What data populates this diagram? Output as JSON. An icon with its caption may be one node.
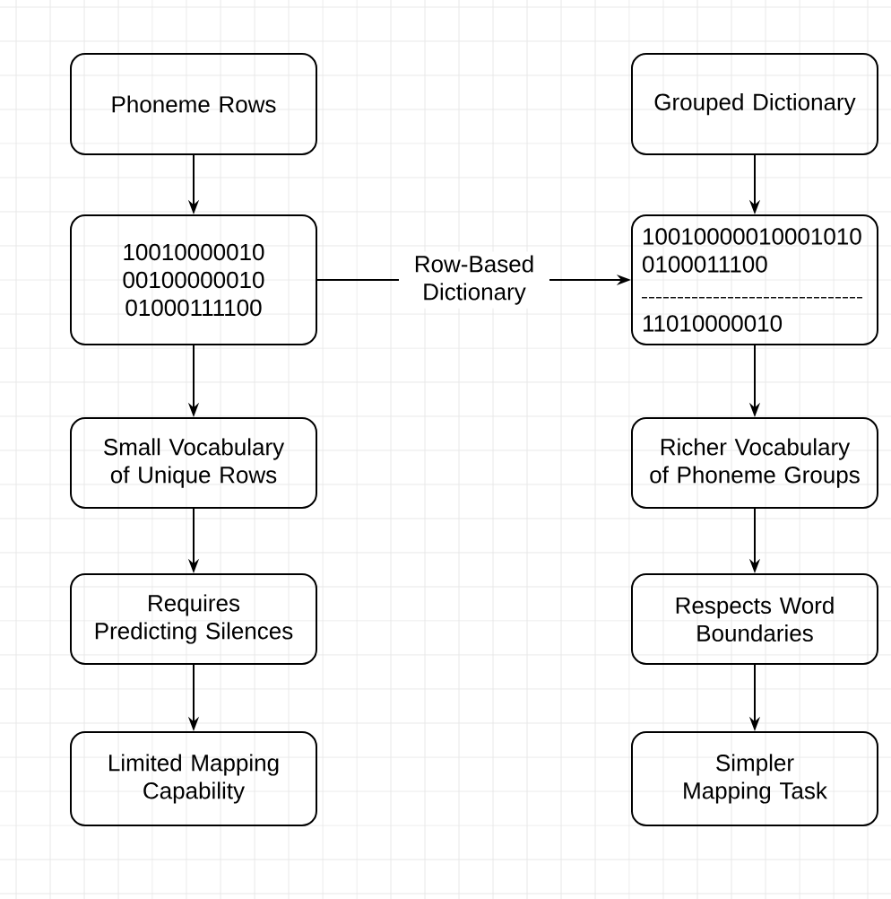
{
  "diagram": {
    "nodes": [
      {
        "text": [
          "Phoneme Rows"
        ]
      },
      {
        "text": [
          "10010000010 00100000010 01000111100"
        ]
      },
      {
        "text": [
          "Small Vocabulary of Unique Rows"
        ]
      },
      {
        "text": [
          "Requires Predicting Silences"
        ]
      },
      {
        "text": [
          "Limited Mapping Capability"
        ]
      },
      {
        "text": [
          "Grouped Dictionary"
        ]
      },
      {
        "text": [
          "10010000010001010 0100011100",
          "11010000010"
        ]
      },
      {
        "text": [
          "Richer Vocabulary of Phoneme Groups"
        ]
      },
      {
        "text": [
          "Respects Word Boundaries"
        ]
      },
      {
        "text": [
          "Simpler Mapping Task"
        ]
      }
    ],
    "edges": [
      {
        "from": 0,
        "to": 1,
        "arrow": "to"
      },
      {
        "from": 1,
        "to": 2,
        "arrow": "to"
      },
      {
        "from": 2,
        "to": 3,
        "arrow": "to"
      },
      {
        "from": 3,
        "to": 4,
        "arrow": "to"
      },
      {
        "from": 1,
        "to": 6,
        "arrow": "to",
        "label": "Row-Based Dictionary"
      },
      {
        "from": 5,
        "to": 6,
        "arrow": "to"
      },
      {
        "from": 6,
        "to": 7,
        "arrow": "to"
      },
      {
        "from": 7,
        "to": 8,
        "arrow": "to"
      },
      {
        "from": 8,
        "to": 9,
        "arrow": "to"
      }
    ]
  }
}
